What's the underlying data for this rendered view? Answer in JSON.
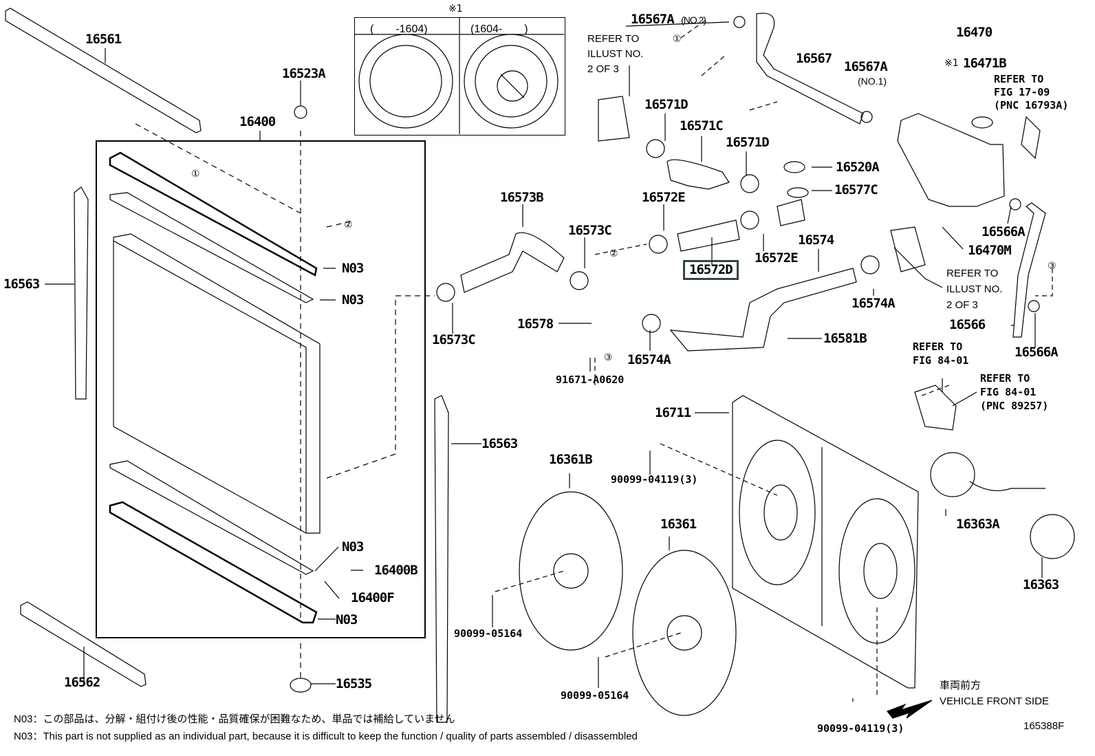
{
  "diagram": {
    "figure_id": "165388F",
    "highlight_color": "#33444f",
    "version_table": {
      "marker": "※1",
      "columns": [
        "(　　-1604)",
        "(1604-　　)"
      ]
    },
    "labels": {
      "p16561": "16561",
      "p16523A": "16523A",
      "p16400": "16400",
      "p16563_left": "16563",
      "p16563_right": "16563",
      "n03_1": "N03",
      "n03_2": "N03",
      "n03_3": "N03",
      "n03_4": "N03",
      "p16400B": "16400B",
      "p16400F": "16400F",
      "p16562": "16562",
      "p16535": "16535",
      "p16567A_no2": "16567A",
      "p16567A_no2_sub": "(NO.2)",
      "p16567": "16567",
      "p16567A_no1": "16567A",
      "p16567A_no1_sub": "(NO.1)",
      "p16470": "16470",
      "p16471B": "16471B",
      "p16471B_marker": "※1",
      "p16571D_1": "16571D",
      "p16571C": "16571C",
      "p16571D_2": "16571D",
      "p16520A": "16520A",
      "p16577C": "16577C",
      "p16573B": "16573B",
      "p16572E_1": "16572E",
      "p16573C_1": "16573C",
      "p16572D": "16572D",
      "p16572E_2": "16572E",
      "p16574": "16574",
      "p16566A_1": "16566A",
      "p16470M": "16470M",
      "p16574A_1": "16574A",
      "p16566": "16566",
      "p16566A_2": "16566A",
      "p16573C_2": "16573C",
      "p16578": "16578",
      "p16574A_2": "16574A",
      "p16581B": "16581B",
      "p91671": "91671-A0620",
      "p16711": "16711",
      "p16361B": "16361B",
      "p90099_04119_a": "90099-04119(3)",
      "p16361": "16361",
      "p90099_05164_a": "90099-05164",
      "p90099_05164_b": "90099-05164",
      "p90099_04119_b": "90099-04119(3)",
      "p16363A": "16363A",
      "p16363": "16363"
    },
    "references": {
      "illust_top": [
        "REFER TO",
        "ILLUST NO.",
        "2 OF 3"
      ],
      "illust_right": [
        "REFER TO",
        "ILLUST NO.",
        "2 OF 3"
      ],
      "fig_1709": [
        "REFER TO",
        "FIG 17-09",
        "(PNC 16793A)"
      ],
      "fig_8401_a": [
        "REFER TO",
        "FIG 84-01"
      ],
      "fig_8401_b": [
        "REFER TO",
        "FIG 84-01",
        "(PNC 89257)"
      ]
    },
    "callouts": {
      "c1": "①",
      "c2": "②",
      "c3": "③"
    },
    "direction": {
      "jp": "車両前方",
      "en": "VEHICLE FRONT SIDE"
    },
    "notes": {
      "jp": "N03：この部品は、分解・組付け後の性能・品質確保が困難なため、単品では補給していません",
      "en": "N03：This part is not supplied as an individual part, because it is difficult to keep the function / quality of parts assembled / disassembled"
    }
  }
}
